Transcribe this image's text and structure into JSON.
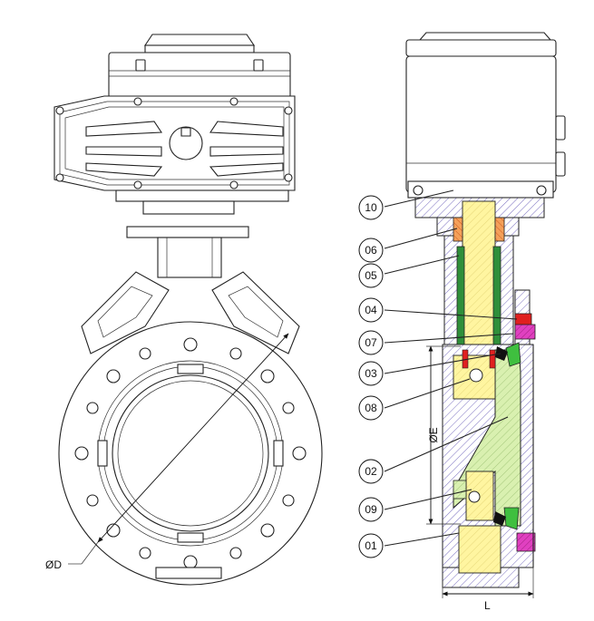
{
  "dimensions": {
    "diameter_label": "ØD",
    "e_label": "ØE",
    "length_label": "L"
  },
  "callouts": [
    {
      "id": "10",
      "text": "10"
    },
    {
      "id": "06",
      "text": "06"
    },
    {
      "id": "05",
      "text": "05"
    },
    {
      "id": "04",
      "text": "04"
    },
    {
      "id": "07",
      "text": "07"
    },
    {
      "id": "03",
      "text": "03"
    },
    {
      "id": "08",
      "text": "08"
    },
    {
      "id": "02",
      "text": "02"
    },
    {
      "id": "09",
      "text": "09"
    },
    {
      "id": "01",
      "text": "01"
    }
  ],
  "colors": {
    "body_hatch": "#7a6fc0",
    "disc_fill": "#d9f0b0",
    "stem_yellow": "#fff5a0",
    "shaft_green": "#2f8f3a",
    "bushing_orange": "#f4a05a",
    "seal_red": "#e02020",
    "oring_magenta": "#e040c0",
    "seat_green": "#3fbf3f"
  }
}
